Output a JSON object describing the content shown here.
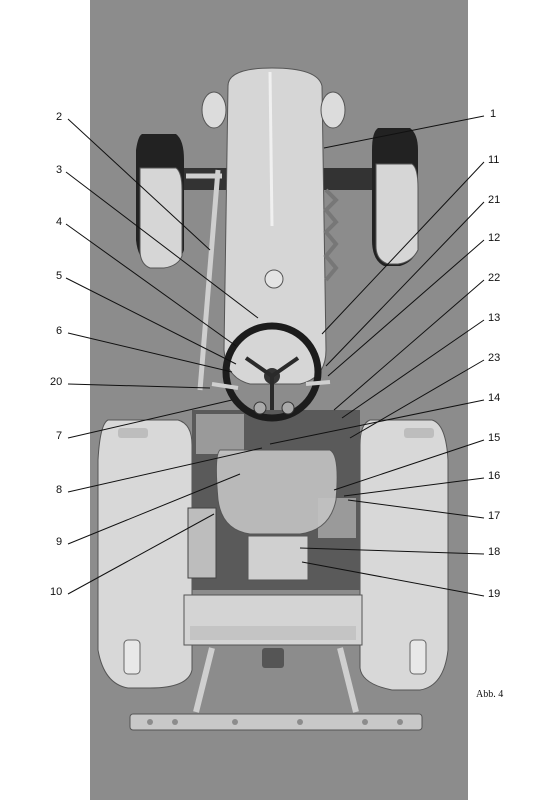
{
  "figure": {
    "caption": "Abb. 4"
  },
  "callouts": {
    "left": [
      "2",
      "3",
      "4",
      "5",
      "6",
      "20",
      "7",
      "8",
      "9",
      "10"
    ],
    "right": [
      "1",
      "11",
      "21",
      "12",
      "22",
      "13",
      "23",
      "14",
      "15",
      "16",
      "17",
      "18",
      "19"
    ]
  },
  "colors": {
    "photo_background": "#8c8c8c",
    "tractor_body": "#d6d6d6",
    "dark_parts": "#2a2a2a",
    "leader_lines": "#111111"
  }
}
